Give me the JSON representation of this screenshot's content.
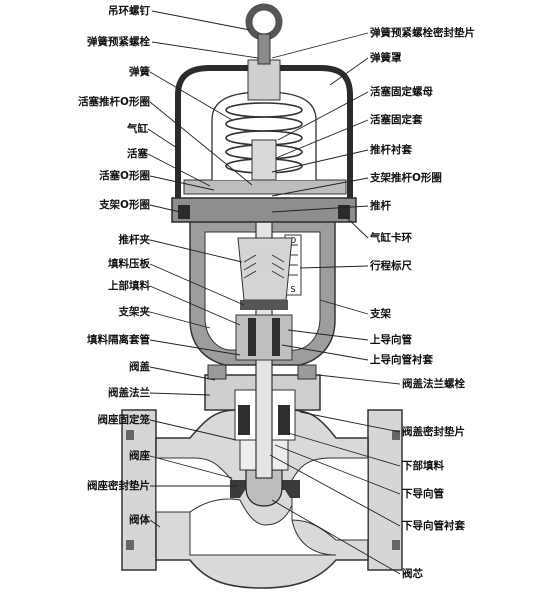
{
  "diagram": {
    "left_labels": {
      "eye_bolt": "吊环螺钉",
      "spring_preload_bolt": "弹簧预紧螺栓",
      "spring": "弹簧",
      "piston_stem_oring": "活塞推杆O形圈",
      "cylinder": "气缸",
      "piston": "活塞",
      "piston_oring": "活塞O形圈",
      "bracket_oring": "支架O形圈",
      "stem_clamp": "推杆夹",
      "packing_gland": "填料压板",
      "upper_packing": "上部填料",
      "bracket_clamp": "支架夹",
      "packing_spacer": "填料隔离套管",
      "bonnet": "阀盖",
      "bonnet_flange": "阀盖法兰",
      "seat_retainer": "阀座固定笼",
      "seat": "阀座",
      "seat_gasket": "阀座密封垫片",
      "body": "阀体"
    },
    "right_labels": {
      "preload_bolt_gasket": "弹簧预紧螺栓密封垫片",
      "spring_cover": "弹簧罩",
      "piston_nut": "活塞固定螺母",
      "piston_sleeve": "活塞固定套",
      "stem_bushing": "推杆衬套",
      "bracket_stem_oring": "支架推杆O形圈",
      "stem": "推杆",
      "cylinder_ring": "气缸卡环",
      "travel_scale": "行程标尺",
      "yoke": "支架",
      "upper_guide": "上导向管",
      "upper_guide_bushing": "上导向管衬套",
      "bonnet_flange_bolt": "阀盖法兰螺栓",
      "bonnet_gasket": "阀盖密封垫片",
      "lower_packing": "下部填料",
      "lower_guide": "下导向管",
      "lower_guide_bushing": "下导向管衬套",
      "plug": "阀芯"
    },
    "scale_marks": {
      "open": "O",
      "shut": "S"
    },
    "colors": {
      "metal_dark": "#3a3a3a",
      "metal_mid": "#8c8c8c",
      "metal_light": "#c8c8c8",
      "body_fill": "#d9d9d9",
      "leader": "#222222"
    }
  }
}
